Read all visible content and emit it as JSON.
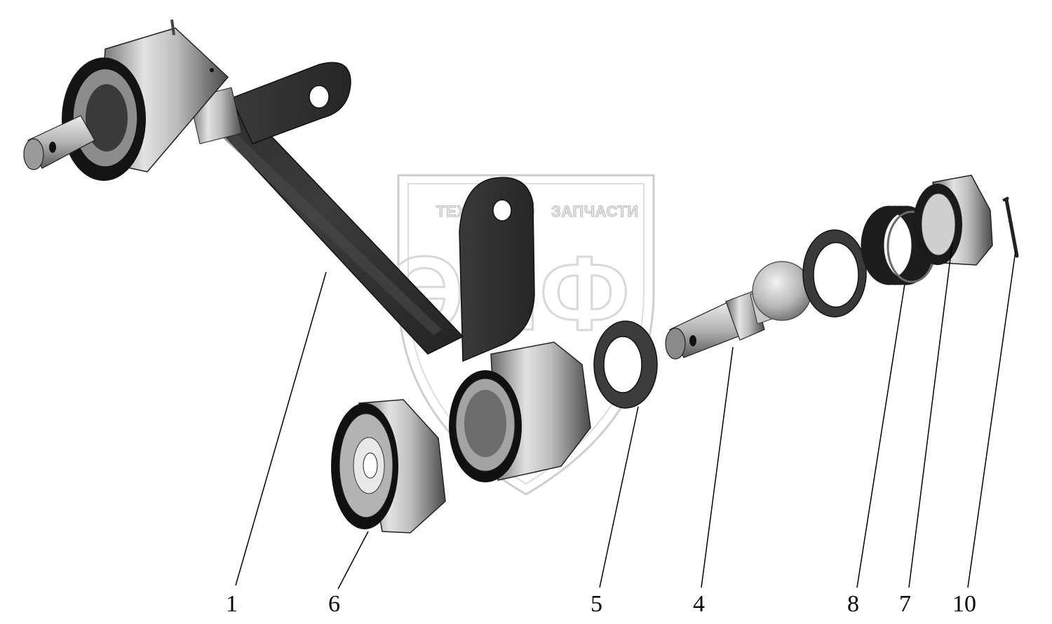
{
  "watermark": {
    "line1_left": "ТЕХНО",
    "line1_right": "ЗАПЧАСТИ",
    "logo_letters": "ЭПФ"
  },
  "callouts": [
    {
      "id": "callout-1",
      "label": "1"
    },
    {
      "id": "callout-6",
      "label": "6"
    },
    {
      "id": "callout-5",
      "label": "5"
    },
    {
      "id": "callout-4",
      "label": "4"
    },
    {
      "id": "callout-8",
      "label": "8"
    },
    {
      "id": "callout-7",
      "label": "7"
    },
    {
      "id": "callout-10",
      "label": "10"
    }
  ]
}
